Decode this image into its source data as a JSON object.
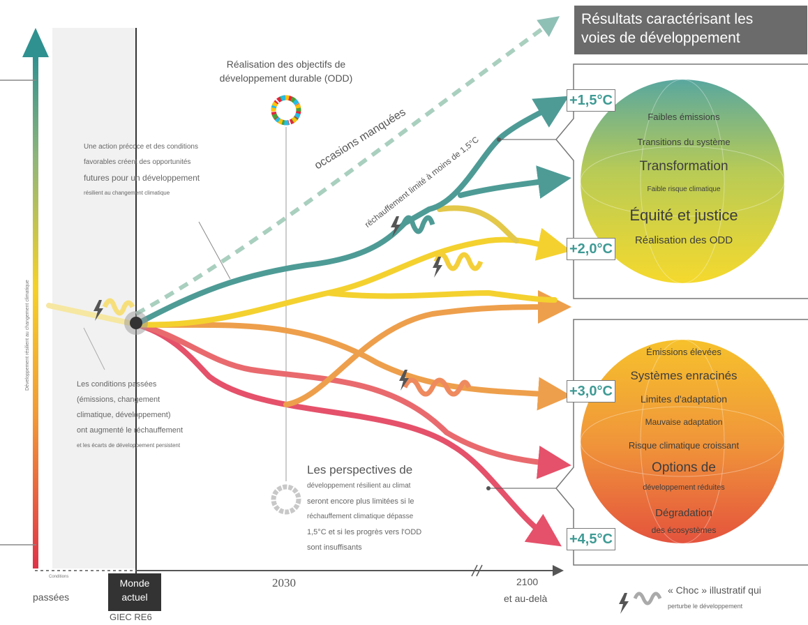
{
  "header": {
    "title_line1": "Résultats caractérisant les",
    "title_line2": "voies de développement"
  },
  "sdg": {
    "title_line1": "Réalisation des objectifs de",
    "title_line2": "développement durable (ODD)"
  },
  "labels": {
    "missed": "occasions manquées",
    "limited": "réchauffement limité à moins de 1,5°C",
    "vertical_axis": "Développement résilient au changement climatique"
  },
  "note_top": {
    "line1": "Une action précoce et des conditions",
    "line2": "favorables créent des opportunités",
    "line3": "futures pour un développement",
    "line4": "résilient au changement climatique"
  },
  "note_left": {
    "line1": "Les conditions passées",
    "line2": "(émissions, changement",
    "line3": "climatique, développement)",
    "line4": "ont augmenté le réchauffement",
    "line5": "et les écarts de développement persistent"
  },
  "note_bottom": {
    "line1": "Les perspectives de",
    "line2": "développement résilient au climat",
    "line3": "seront encore plus limitées si le",
    "line4": "réchauffement climatique dépasse",
    "line5": "1,5°C et si les progrès vers l'ODD",
    "line6": "sont insuffisants"
  },
  "temps": {
    "t15": "+1,5°C",
    "t20": "+2,0°C",
    "t30": "+3,0°C",
    "t45": "+4,5°C"
  },
  "outcomes_good": [
    "Faibles émissions",
    "Transitions du système",
    "Transformation",
    "Faible risque climatique",
    "Équité et justice",
    "Réalisation des ODD"
  ],
  "outcomes_bad": [
    "Émissions élevées",
    "Systèmes enracinés",
    "Limites d'adaptation",
    "Mauvaise adaptation",
    "Risque climatique croissant",
    "Options de",
    "développement réduites",
    "Dégradation",
    "des écosystèmes"
  ],
  "axis": {
    "past_small": "Conditions",
    "past": "passées",
    "now_line1": "Monde",
    "now_line2": "actuel",
    "giec": "GIEC RE6",
    "y2030": "2030",
    "y2100": "2100",
    "beyond": "et au-delà"
  },
  "legend": {
    "line1": "« Choc » illustratif qui",
    "line2": "perturbe le développement"
  },
  "colors": {
    "teal": "#4e9b96",
    "yellow": "#f4d12f",
    "orange": "#ee9f4b",
    "red": "#e5516a",
    "header_bg": "#6b6b6b"
  }
}
